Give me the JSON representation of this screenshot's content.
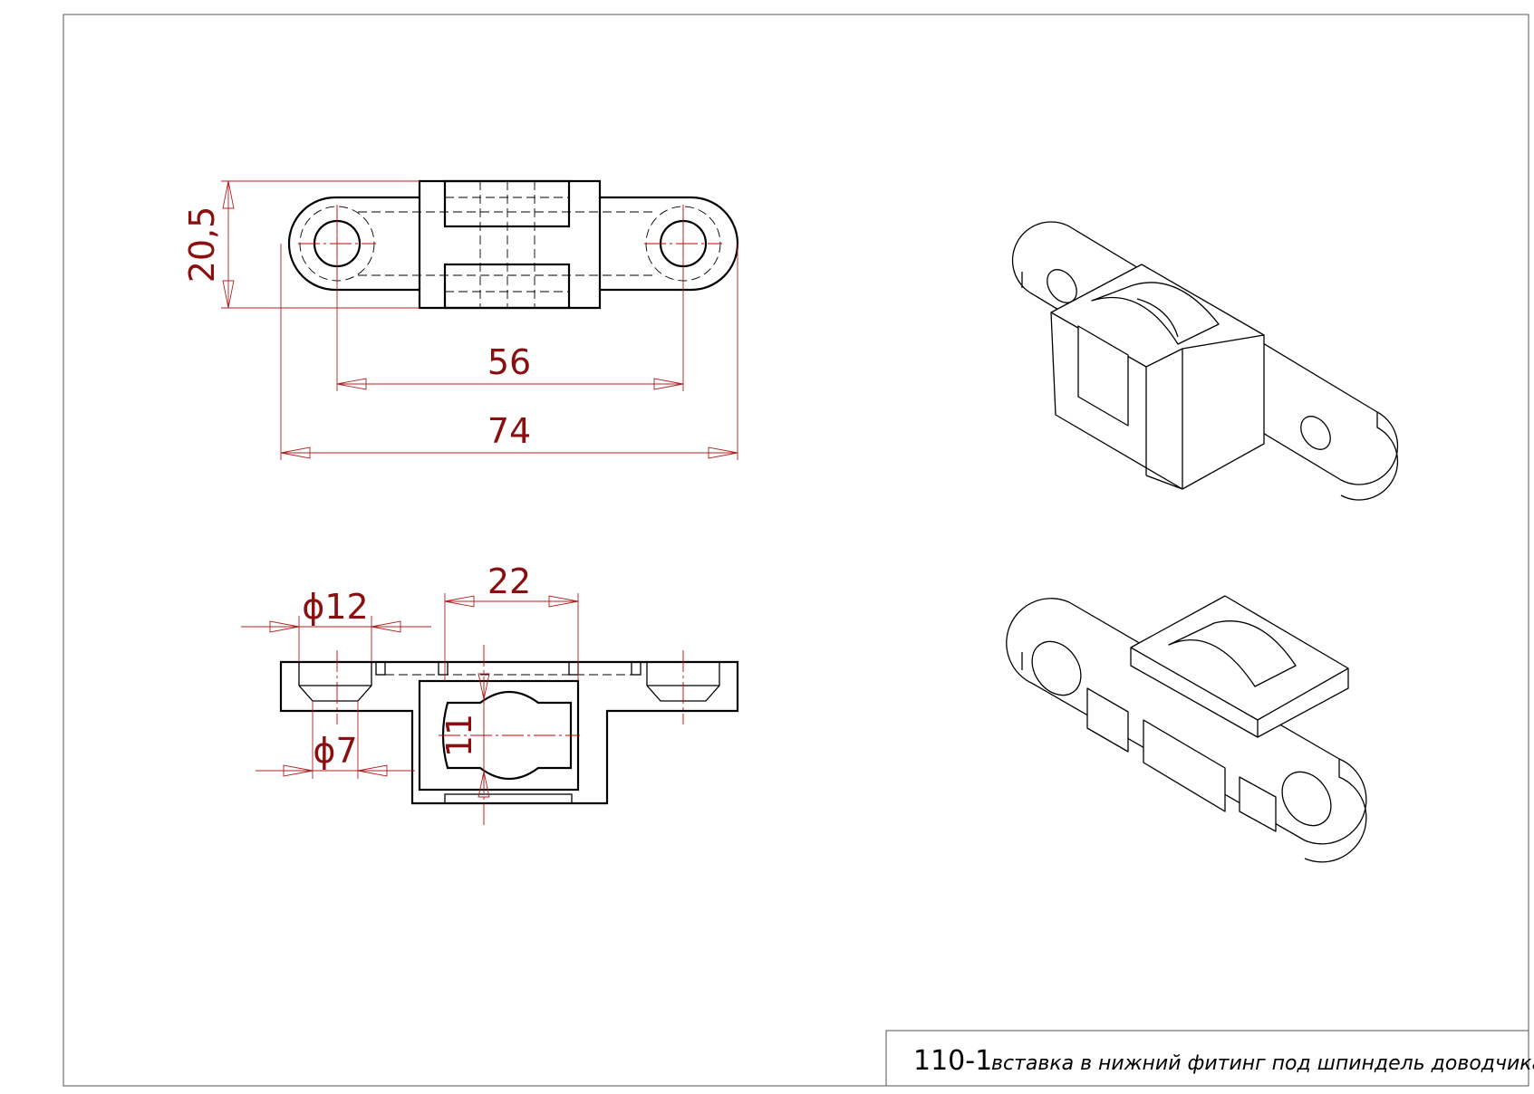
{
  "dimensions": {
    "height_total": "20,5",
    "hole_spacing": "56",
    "overall_length": "74",
    "slot_width": "22",
    "counterbore_diameter": "ϕ12",
    "hole_diameter": "ϕ7",
    "profile_height": "11"
  },
  "title_block": {
    "code": "110-1",
    "title": "вставка в нижний фитинг под шпиндель доводчика"
  }
}
